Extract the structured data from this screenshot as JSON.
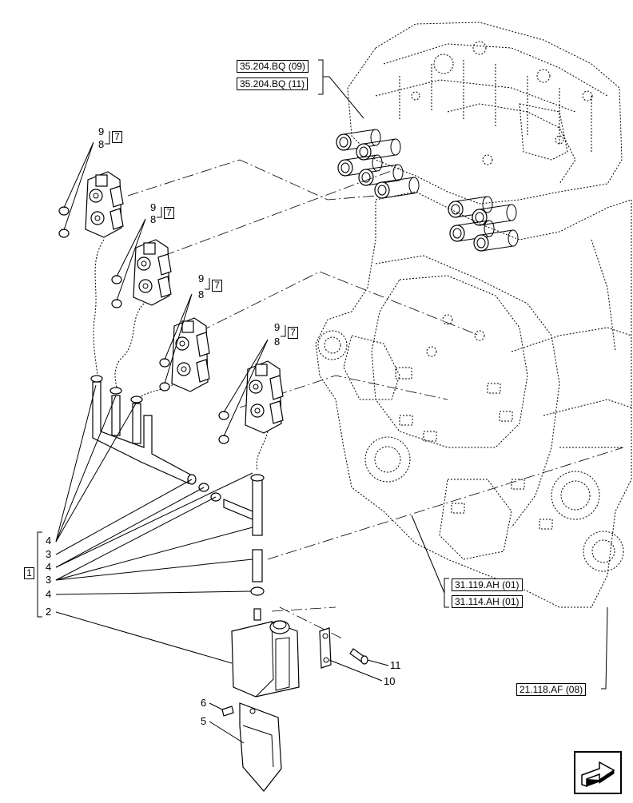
{
  "references": {
    "r1": "35.204.BQ (09)",
    "r2": "35.204.BQ (11)",
    "r3": "31.119.AH (01)",
    "r4": "31.114.AH (01)",
    "r5": "21.118.AF (08)"
  },
  "callouts": {
    "v1_9": "9",
    "v1_8": "8",
    "v1_box": "7",
    "v2_9": "9",
    "v2_8": "8",
    "v2_box": "7",
    "v3_9": "9",
    "v3_8": "8",
    "v3_box": "7",
    "v4_9": "9",
    "v4_8": "8",
    "v4_box": "7",
    "k_group": "1",
    "k4a": "4",
    "k3a": "3",
    "k4b": "4",
    "k3b": "3",
    "k4c": "4",
    "k2": "2",
    "k6": "6",
    "k5": "5",
    "k11": "11",
    "k10": "10"
  },
  "icons": {
    "nav": "next-page-arrow-icon"
  }
}
